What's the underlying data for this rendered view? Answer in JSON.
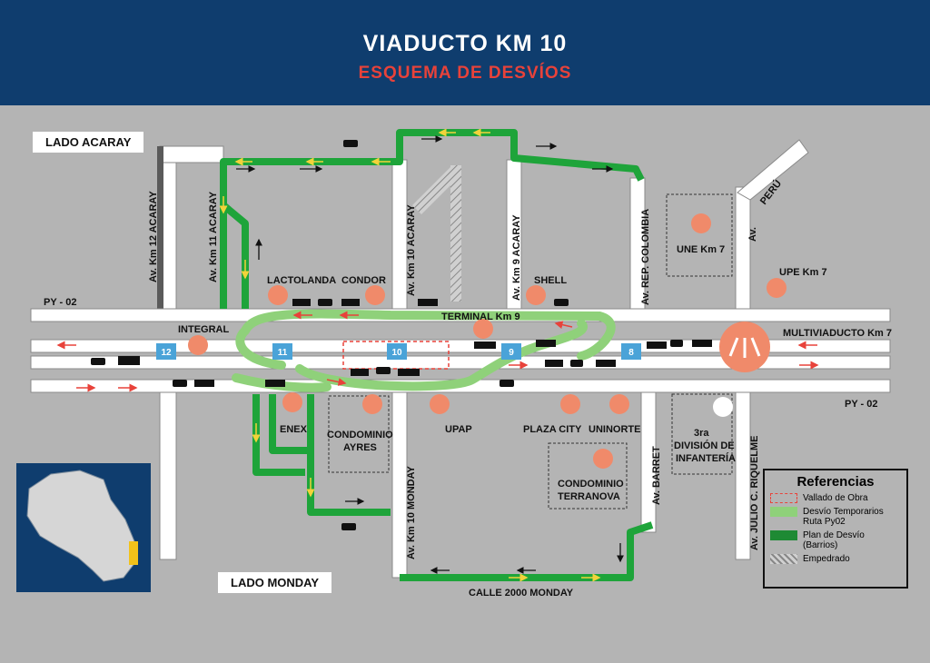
{
  "header": {
    "title": "VIADUCTO KM 10",
    "subtitle": "ESQUEMA DE DESVÍOS"
  },
  "sides": {
    "acaray": "LADO ACARAY",
    "monday": "LADO MONDAY"
  },
  "road_labels": {
    "py02_left": "PY - 02",
    "py02_right": "PY - 02",
    "km12": "Av. Km 12 ACARAY",
    "km11": "Av. Km 11 ACARAY",
    "km10": "Av. Km 10 ACARAY",
    "km9": "Av. Km 9 ACARAY",
    "colombia": "Av. REP. COLOMBIA",
    "peru": "PERÚ",
    "peru_av": "Av.",
    "km10_monday": "Av. Km 10 MONDAY",
    "barret": "Av. BARRET",
    "riquelme": "Av. JULIO C. RIQUELME",
    "calle2000": "CALLE 2000 MONDAY",
    "terminal": "TERMINAL Km 9"
  },
  "places": {
    "lactolanda": "LACTOLANDA",
    "condor": "CONDOR",
    "shell": "SHELL",
    "une": "UNE Km 7",
    "upe": "UPE Km 7",
    "integral": "INTEGRAL",
    "multiviaducto": "MULTIVIADUCTO Km 7",
    "enex": "ENEX",
    "condominio_ayres": [
      "CONDOMINIO",
      "AYRES"
    ],
    "upap": "UPAP",
    "plaza_city": "PLAZA CITY",
    "uninorte": "UNINORTE",
    "division": [
      "3ra",
      "DIVISIÓN DE",
      "INFANTERÍA"
    ],
    "terranova": [
      "CONDOMINIO",
      "TERRANOVA"
    ]
  },
  "markers": [
    "12",
    "11",
    "10",
    "9",
    "8"
  ],
  "legend": {
    "title": "Referencias",
    "items": [
      {
        "label": "Vallado de Obra",
        "swatch": "dashed-red"
      },
      {
        "label": "Desvío Temporarios Ruta Py02",
        "swatch": "#8fd17a"
      },
      {
        "label": "Plan de Desvío (Barrios)",
        "swatch": "#1e8a34"
      },
      {
        "label": "Empedrado",
        "swatch": "hatch"
      }
    ]
  },
  "colors": {
    "header": "#0f3d6e",
    "accent": "#e8423a",
    "detour_light": "#8fd17a",
    "detour_dark": "#1ea43a",
    "marker": "#4aa3d8",
    "poi": "#f08a6a"
  }
}
